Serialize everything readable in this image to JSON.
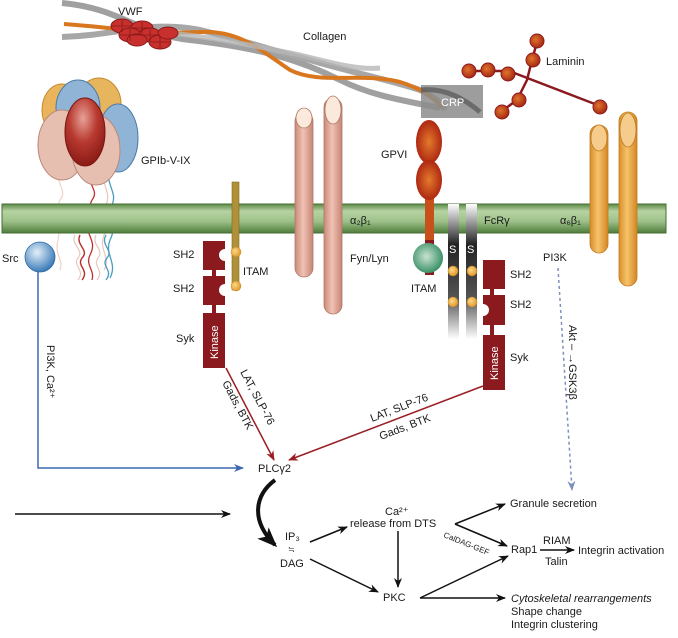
{
  "figure": {
    "type": "signaling-pathway-diagram",
    "topic": "Platelet adhesion receptor signaling"
  },
  "ligands": {
    "vwf": "VWF",
    "collagen": "Collagen",
    "laminin": "Laminin",
    "crp": "CRP"
  },
  "receptors": {
    "gpib": "GPIb-V-IX",
    "gpvi": "GPVI",
    "integrin_a2b1": "α₂β₁",
    "fcr": "FcRγ",
    "integrin_a6b1": "α₆β₁",
    "ss": "S",
    "ss_dash": "–"
  },
  "kinases": {
    "src": "Src",
    "fynlyn": "Fyn/Lyn",
    "pi3k": "PI3K",
    "sh2": "SH2",
    "itam": "ITAM",
    "syk": "Syk",
    "kinase": "Kinase"
  },
  "edges": {
    "src_path": "PI3K, Ca²⁺",
    "adapters_1": "LAT, SLP-76",
    "adapters_2": "Gads, BTK",
    "akt_gsk": "Akt – →GSK3β",
    "caldag": "CalDAG-GEF",
    "riam": "RIAM",
    "talin": "Talin"
  },
  "nodes": {
    "plc": "PLCγ2",
    "ip3": "IP₃",
    "dag": "DAG",
    "ca_line1": "Ca²⁺",
    "ca_line2": "release from DTS",
    "pkc": "PKC",
    "granule": "Granule secretion",
    "rap1": "Rap1",
    "integrin_act": "Integrin activation",
    "cyto": "Cytoskeletal rearrangements",
    "shape": "Shape change",
    "clustering": "Integrin clustering"
  },
  "colors": {
    "membrane": "#7fa866",
    "collagen_grey": "#9a9a9a",
    "collagen_orange": "#d8771e",
    "syk_red": "#8b1a1f",
    "blue_arrow": "#3a68b0",
    "red_arrow": "#9a1e24",
    "dashed_blue": "#7d8fbf"
  }
}
